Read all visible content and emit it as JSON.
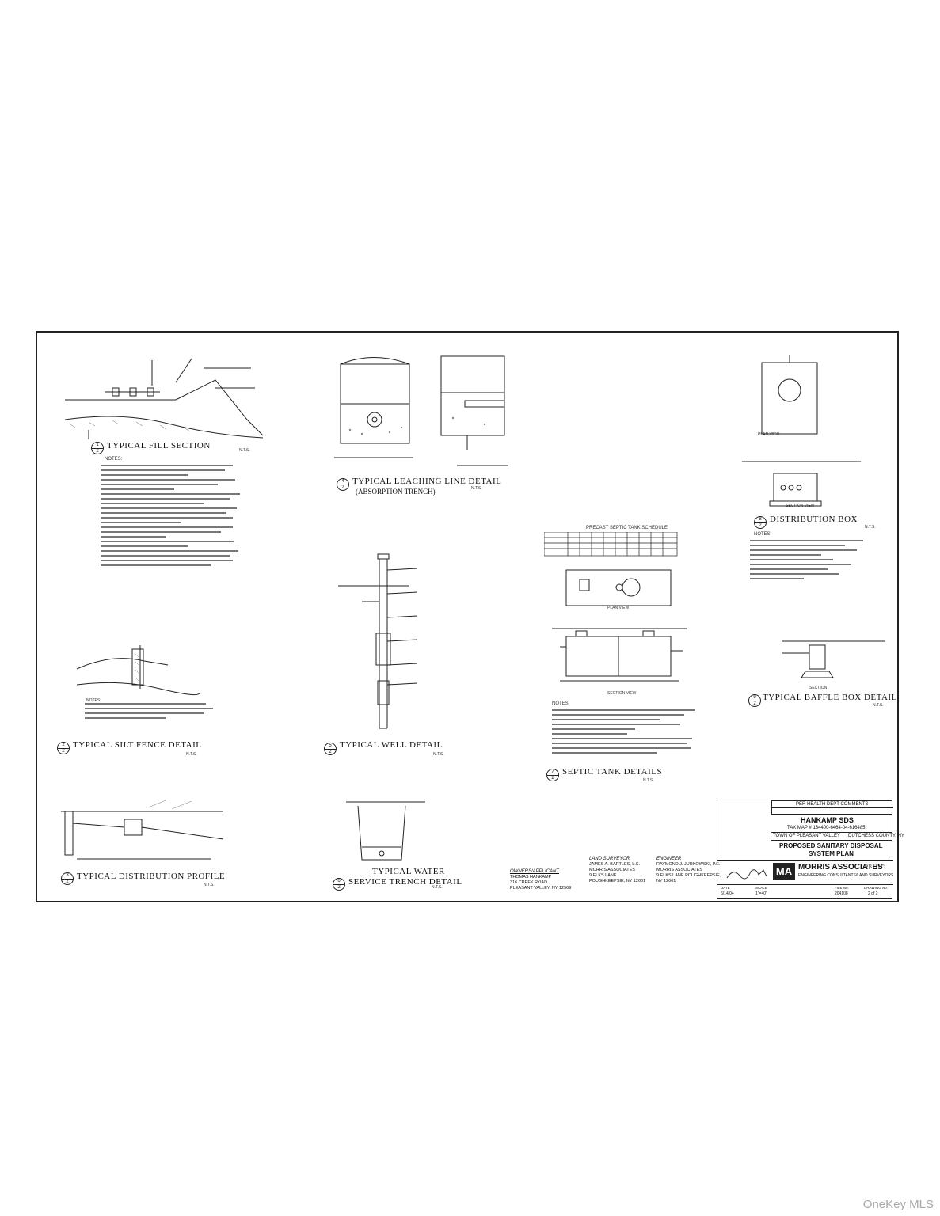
{
  "details": {
    "fill_section": {
      "title": "TYPICAL FILL SECTION",
      "num": "1",
      "sheet": "2",
      "nts": "N.T.S.",
      "notes_label": "NOTES:"
    },
    "leaching_line": {
      "title": "TYPICAL LEACHING LINE DETAIL",
      "subtitle": "(ABSORPTION TRENCH)",
      "num": "4",
      "sheet": "2",
      "nts": "N.T.S."
    },
    "distribution_box": {
      "title": "DISTRIBUTION BOX",
      "num": "8",
      "sheet": "2",
      "nts": "N.T.S.",
      "plan_label": "PLAN VIEW",
      "section_label": "SECTION VIEW",
      "notes_label": "NOTES:"
    },
    "silt_fence": {
      "title": "TYPICAL SILT FENCE DETAIL",
      "num": "2",
      "sheet": "2",
      "nts": "N.T.S.",
      "notes_label": "NOTES:"
    },
    "well": {
      "title": "TYPICAL WELL DETAIL",
      "num": "5",
      "sheet": "2",
      "nts": "N.T.S."
    },
    "septic_tank": {
      "title": "SEPTIC TANK DETAILS",
      "num": "7",
      "sheet": "2",
      "nts": "N.T.S.",
      "schedule_title": "PRECAST SEPTIC TANK SCHEDULE",
      "plan_label": "PLAN VIEW",
      "section_label": "SECTION VIEW",
      "notes_label": "NOTES:"
    },
    "baffle_box": {
      "title": "TYPICAL BAFFLE BOX DETAIL",
      "num": "9",
      "sheet": "2",
      "nts": "N.T.S.",
      "section_label": "SECTION"
    },
    "distribution_profile": {
      "title": "TYPICAL DISTRIBUTION PROFILE",
      "num": "3",
      "sheet": "2",
      "nts": "N.T.S."
    },
    "water_service": {
      "title_line1": "TYPICAL WATER",
      "title_line2": "SERVICE TRENCH DETAIL",
      "num": "6",
      "sheet": "2",
      "nts": "N.T.S."
    }
  },
  "info": {
    "owner": {
      "heading": "OWNERS/APPLICANT",
      "lines": [
        "THOMAS HANKAMP",
        "316 CREEK ROAD",
        "PLEASANT VALLEY, NY 12569"
      ]
    },
    "surveyor": {
      "heading": "LAND SURVEYOR",
      "lines": [
        "JAMES A. BARTLES, L.S.",
        "MORRIS ASSOCIATES",
        "9 ELKS LANE",
        "POUGHKEEPSIE, NY 12601"
      ]
    },
    "engineer": {
      "heading": "ENGINEER",
      "lines": [
        "RAYMOND J. JURKOWSKI, P.E.",
        "MORRIS ASSOCIATES",
        "9 ELKS LANE POUGHKEEPSIE,",
        "NY 12601"
      ]
    }
  },
  "title_block": {
    "project": "HANKAMP SDS",
    "tax_map": "TAX MAP # 134400-6464-04-616485",
    "town": "TOWN OF PLEASANT VALLEY",
    "county": "DUTCHESS COUNTY, NY",
    "plan_title_1": "PROPOSED SANITARY DISPOSAL",
    "plan_title_2": "SYSTEM PLAN",
    "firm": "MORRIS ASSOCIATES",
    "firm_suffix": "P.S., LLC",
    "firm_sub": "ENGINEERING CONSULTANTS/LAND SURVEYORS",
    "logo_text": "MA",
    "revision_header": "PER HEALTH DEPT COMMENTS",
    "date_label": "DATE",
    "scale_label": "SCALE",
    "file_label": "FILE No.",
    "drawing_label": "DRAWING No.",
    "date": "6/14/04",
    "scale": "1\"=40'",
    "file_no": "204108",
    "drawing_no": "2 of 2"
  },
  "watermark": "OneKey MLS"
}
